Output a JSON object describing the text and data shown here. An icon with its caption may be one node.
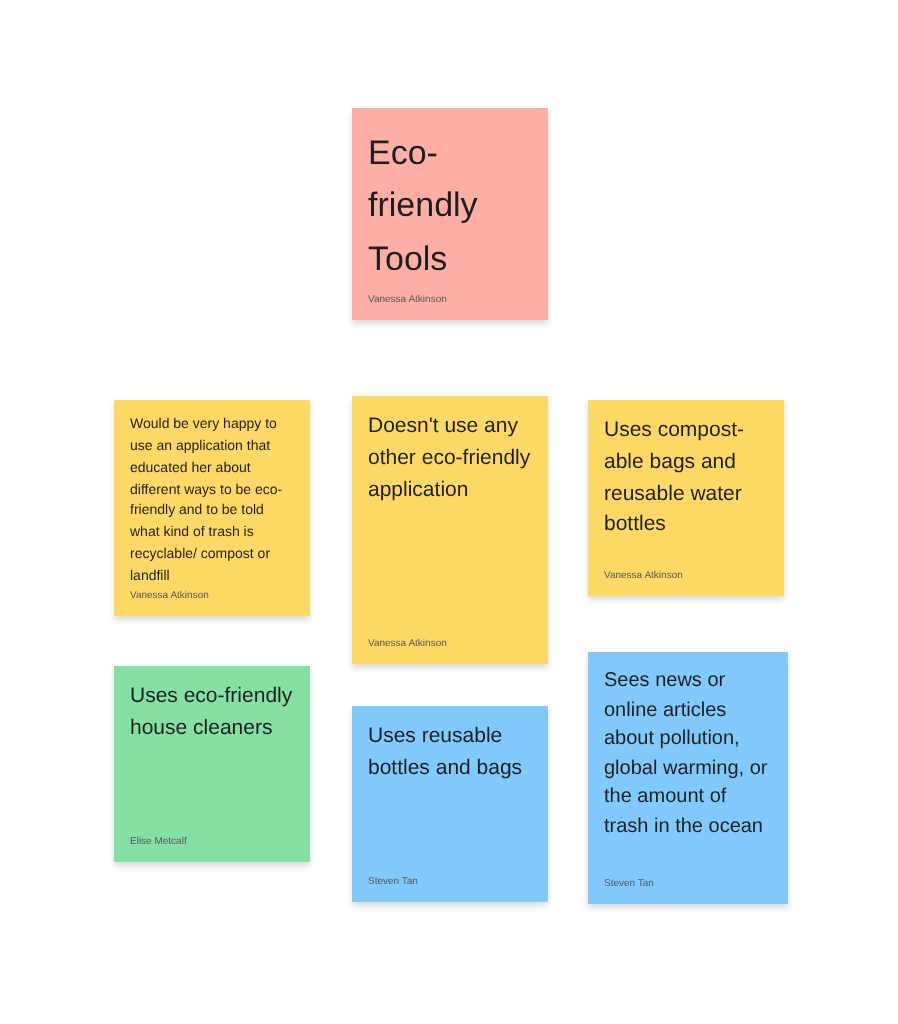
{
  "diagram": {
    "nodes": [
      {
        "text": [
          "Eco-friendly Tools",
          "Vanessa Atkinson"
        ]
      },
      {
        "text": [
          "Would be very happy to use an application that educated her about different ways to be eco-friendly and to be told what kind of trash is recyclable/ compost or landfill",
          "Vanessa Atkinson"
        ]
      },
      {
        "text": [
          "Doesn't use any other eco-friendly application",
          "Vanessa Atkinson"
        ]
      },
      {
        "text": [
          "Uses compost-able bags and reusable water bottles",
          "Vanessa Atkinson"
        ]
      },
      {
        "text": [
          "Uses eco-friendly house cleaners",
          "Elise Metcalf"
        ]
      },
      {
        "text": [
          "Uses reusable bottles and bags",
          "Steven Tan"
        ]
      },
      {
        "text": [
          "Sees news or online articles about pollution, global warming, or the amount of trash in the ocean",
          "Steven Tan"
        ]
      }
    ]
  }
}
